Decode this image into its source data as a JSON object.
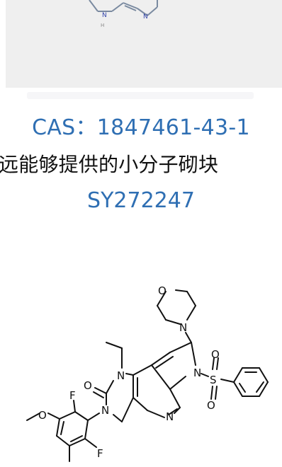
{
  "top_card": {
    "atom_labels": [
      "N",
      "H",
      "N"
    ]
  },
  "product": {
    "cas_line": "CAS：1847461-43-1",
    "description": "远能够提供的小分子砌块",
    "code": "SY272247"
  },
  "structure": {
    "atom_labels": {
      "o_morph": "O",
      "n_morph": "N",
      "n1": "N",
      "o_carbonyl": "O",
      "n3": "N",
      "n_pyridine": "N",
      "n_pyrrole": "N",
      "s": "S",
      "o_s_top": "O",
      "o_s_bottom": "O",
      "f_top": "F",
      "f_bottom": "F",
      "o_methoxy": "O"
    }
  }
}
